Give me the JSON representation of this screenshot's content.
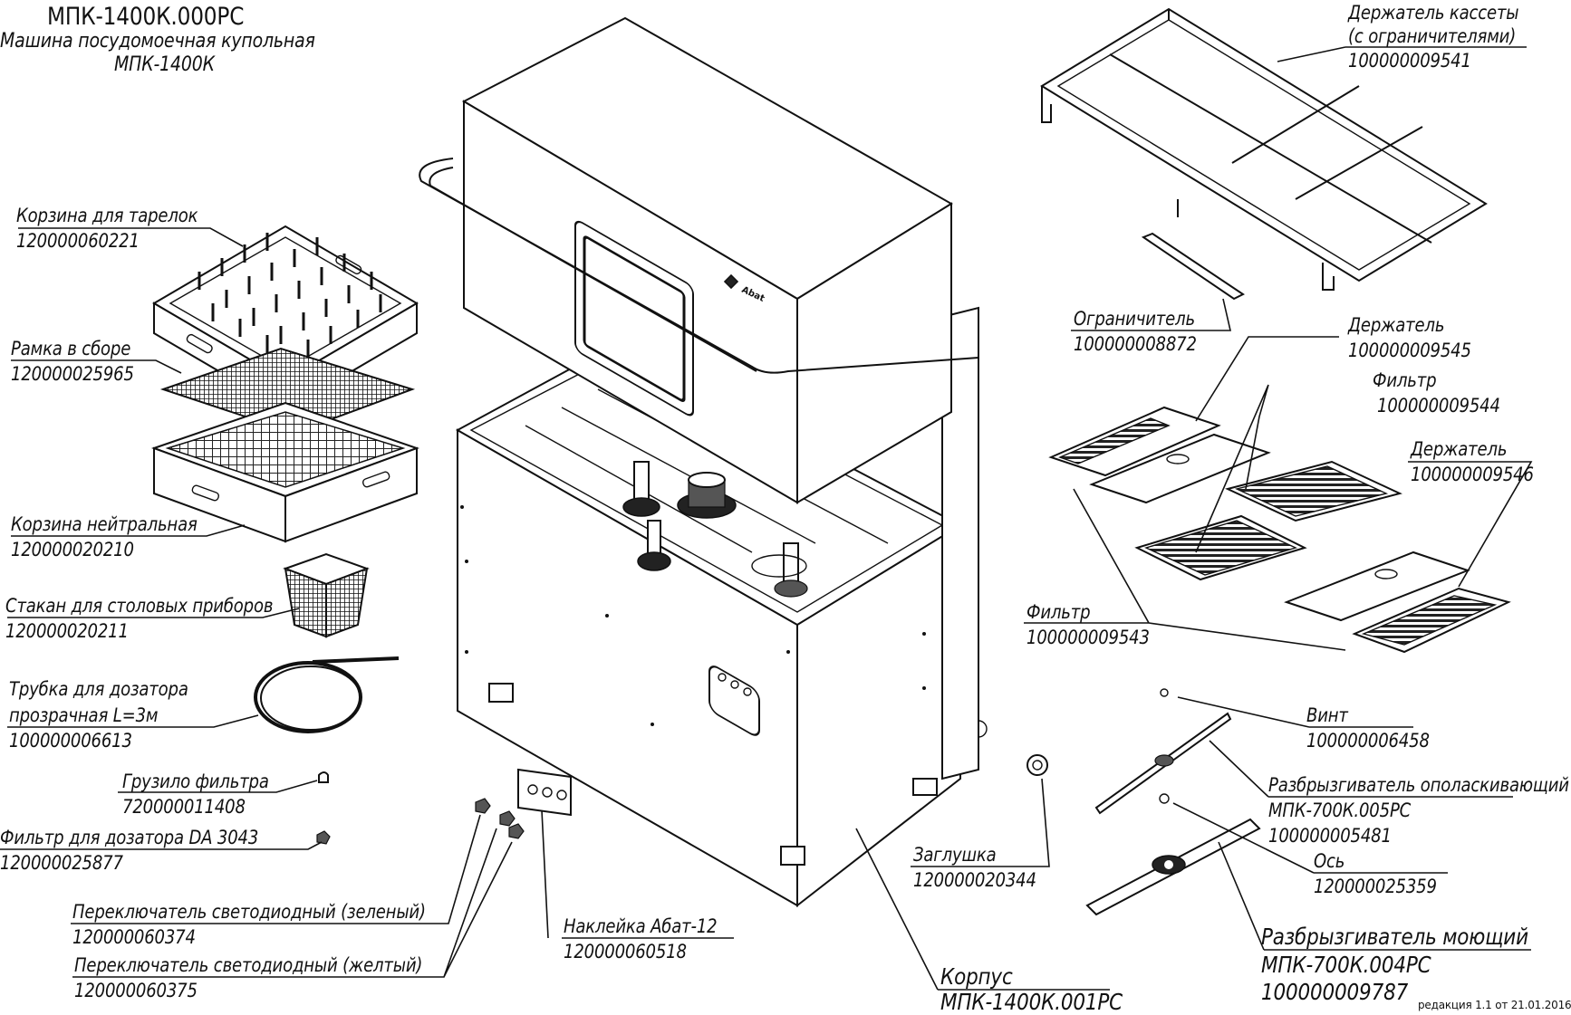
{
  "header": {
    "code": "МПК-1400К.000РС",
    "title": "Машина посудомоечная купольная",
    "model": "МПК-1400К"
  },
  "parts": {
    "plate_basket": {
      "name": "Корзина для тарелок",
      "number": "120000060221"
    },
    "frame_assembly": {
      "name": "Рамка в сборе",
      "number": "120000025965"
    },
    "neutral_basket": {
      "name": "Корзина нейтральная",
      "number": "120000020210"
    },
    "cutlery_cup": {
      "name": "Стакан для столовых приборов",
      "number": "120000020211"
    },
    "dispenser_tube": {
      "name": "Трубка для дозатора",
      "name2": "прозрачная L=3м",
      "number": "100000006613"
    },
    "filter_weight": {
      "name": "Грузило фильтра",
      "number": "720000011408"
    },
    "dispenser_filter": {
      "name": "Фильтр для дозатора DA 3043",
      "number": "120000025877"
    },
    "led_switch_green": {
      "name": "Переключатель светодиодный (зеленый)",
      "number": "120000060374"
    },
    "led_switch_yellow": {
      "name": "Переключатель светодиодный (желтый)",
      "number": "120000060375"
    },
    "sticker": {
      "name": "Наклейка Абат-12",
      "number": "120000060518"
    },
    "body": {
      "name": "Корпус",
      "number": "МПК-1400К.001РС"
    },
    "plug": {
      "name": "Заглушка",
      "number": "120000020344"
    },
    "cassette_holder": {
      "name": "Держатель кассеты",
      "name2": "(с ограничителями)",
      "number": "100000009541"
    },
    "limiter": {
      "name": "Ограничитель",
      "number": "100000008872"
    },
    "holder_a": {
      "name": "Держатель",
      "number": "100000009545"
    },
    "filter_a": {
      "name": "Фильтр",
      "number": "100000009544"
    },
    "holder_b": {
      "name": "Держатель",
      "number": "100000009546"
    },
    "filter_b": {
      "name": "Фильтр",
      "number": "100000009543"
    },
    "screw": {
      "name": "Винт",
      "number": "100000006458"
    },
    "rinse_sprayer": {
      "name": "Разбрызгиватель ополаскивающий",
      "code": "МПК-700К.005РС",
      "number": "100000005481"
    },
    "axis": {
      "name": "Ось",
      "number": "120000025359"
    },
    "wash_sprayer": {
      "name": "Разбрызгиватель моющий",
      "code": "МПК-700К.004РС",
      "number": "100000009787"
    }
  },
  "machine": {
    "brand_text": "Abat"
  },
  "revision": "редакция 1.1 от 21.01.2016",
  "icons": [
    "plate-basket-icon",
    "frame-grid-icon",
    "neutral-basket-icon",
    "cutlery-cup-icon",
    "tube-coil-icon",
    "dome-dishwasher-icon",
    "cassette-holder-icon",
    "sprayer-arm-icon"
  ]
}
